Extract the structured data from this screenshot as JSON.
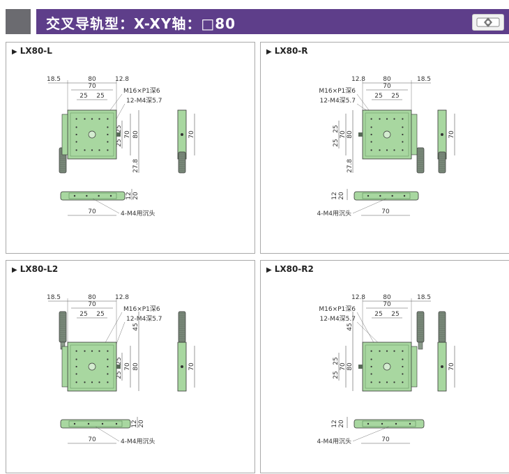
{
  "header": {
    "title": "交叉导轨型：X-XY轴：□80"
  },
  "brand_color": "#5e3e8a",
  "stage_fill": "#a8d7a0",
  "panels": [
    {
      "title": "LX80-L",
      "variant": "L",
      "labels": {
        "d18_5": "18.5",
        "d80": "80",
        "d12_8": "12.8",
        "d70": "70",
        "d25a": "25",
        "d25b": "25",
        "thread": "M16×P1深6",
        "holes": "12-M4深5.7",
        "v25a": "25",
        "v25b": "25",
        "v70": "70",
        "v80": "80",
        "v27_8": "27.8",
        "side70": "70",
        "h12": "12",
        "h20": "20",
        "bot70": "70",
        "csk": "4-M4用沉头"
      }
    },
    {
      "title": "LX80-R",
      "variant": "R",
      "labels": {
        "d18_5": "18.5",
        "d80": "80",
        "d12_8": "12.8",
        "d70": "70",
        "d25a": "25",
        "d25b": "25",
        "thread": "M16×P1深6",
        "holes": "12-M4深5.7",
        "v25a": "25",
        "v25b": "25",
        "v70": "70",
        "v80": "80",
        "v27_8": "27.8",
        "side70": "70",
        "h12": "12",
        "h20": "20",
        "bot70": "70",
        "csk": "4-M4用沉头"
      }
    },
    {
      "title": "LX80-L2",
      "variant": "L2",
      "labels": {
        "d18_5": "18.5",
        "d80": "80",
        "d12_8": "12.8",
        "d70": "70",
        "d25a": "25",
        "d25b": "25",
        "thread": "M16×P1深6",
        "holes": "12-M4深5.7",
        "v25a": "25",
        "v25b": "25",
        "v70": "70",
        "v80": "80",
        "v45": "45",
        "side70": "70",
        "h12": "12",
        "h20": "20",
        "bot70": "70",
        "csk": "4-M4用沉头"
      }
    },
    {
      "title": "LX80-R2",
      "variant": "R2",
      "labels": {
        "d18_5": "18.5",
        "d80": "80",
        "d12_8": "12.8",
        "d70": "70",
        "d25a": "25",
        "d25b": "25",
        "thread": "M16×P1深6",
        "holes": "12-M4深5.7",
        "v25a": "25",
        "v25b": "25",
        "v70": "70",
        "v80": "80",
        "v45": "45",
        "side70": "70",
        "h12": "12",
        "h20": "20",
        "bot70": "70",
        "csk": "4-M4用沉头"
      }
    }
  ]
}
